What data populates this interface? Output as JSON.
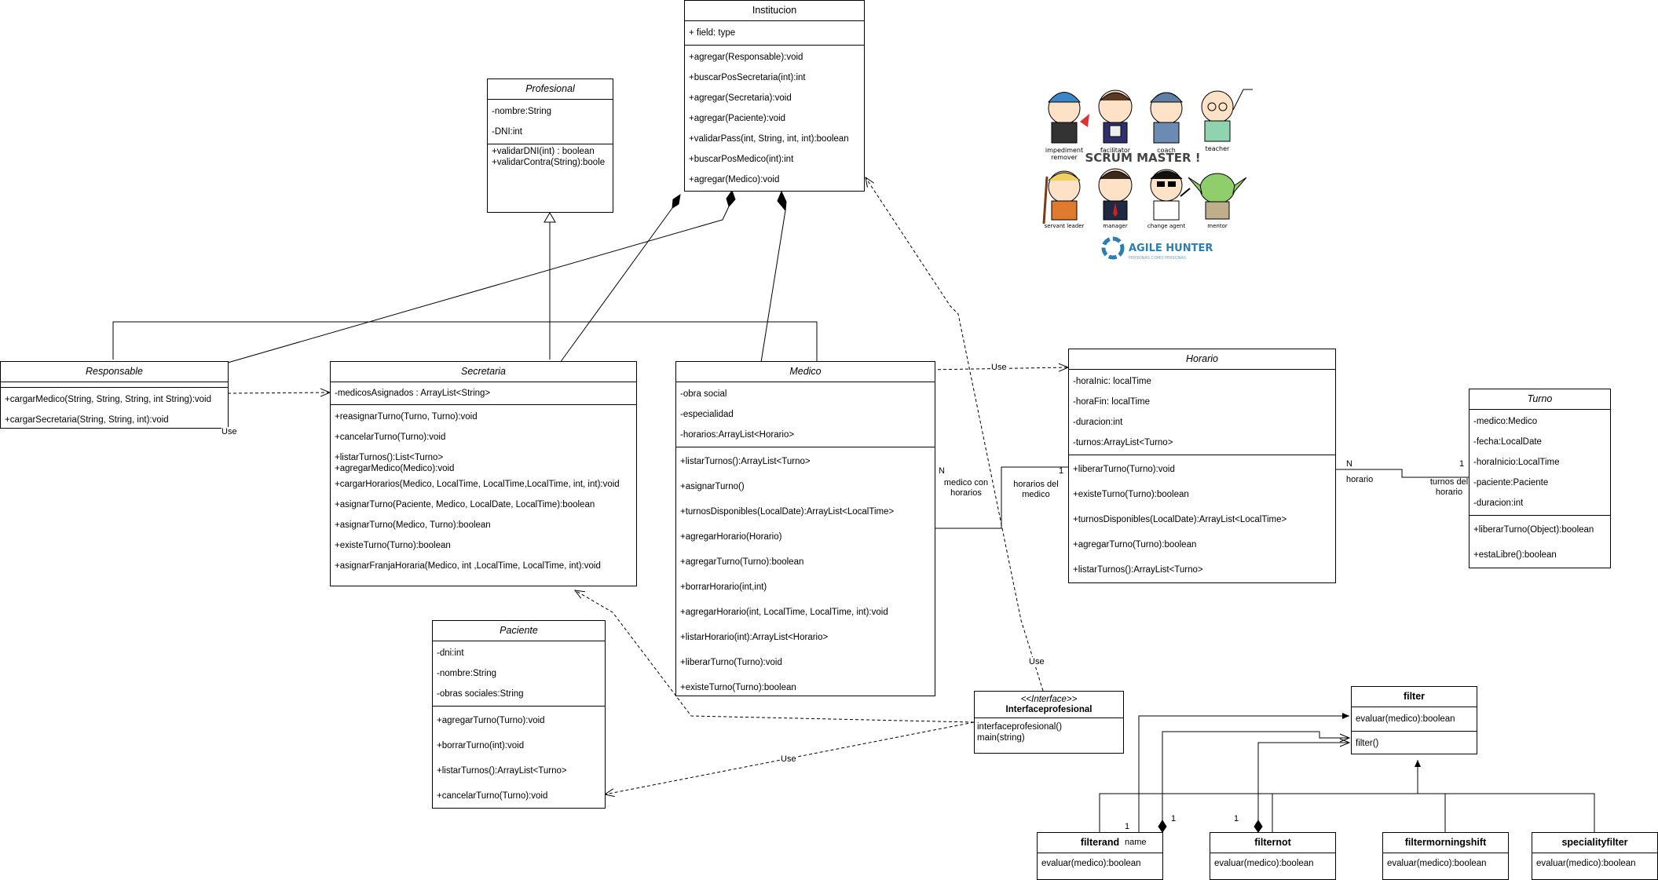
{
  "classes": {
    "institucion": {
      "name": "Institucion",
      "fields": [
        "+ field: type"
      ],
      "methods": [
        "+agregar(Responsable):void",
        "+buscarPosSecretaria(int):int",
        "+agregar(Secretaria):void",
        "+agregar(Paciente):void",
        "+validarPass(int, String, int, int):boolean",
        "+buscarPosMedico(int):int",
        "+agregar(Medico):void"
      ]
    },
    "profesional": {
      "name": "Profesional",
      "fields": [
        "-nombre:String",
        "-DNI:int"
      ],
      "methods": [
        "+validarDNI(int) : boolean",
        "+validarContra(String):boole"
      ]
    },
    "responsable": {
      "name": "Responsable",
      "fields": [],
      "methods": [
        "+cargarMedico(String, String, String, int String):void",
        "+cargarSecretaria(String, String, int):void"
      ]
    },
    "secretaria": {
      "name": "Secretaria",
      "fields": [
        "-medicosAsignados : ArrayList<String>"
      ],
      "methods": [
        "+reasignarTurno(Turno, Turno):void",
        "+cancelarTurno(Turno):void",
        "+listarTurnos():List<Turno>",
        "+agregarMedico(Medico):void",
        "+cargarHorarios(Medico, LocalTime, LocalTime,LocalTime, int, int):void",
        "+asignarTurno(Paciente, Medico, LocalDate, LocalTime):boolean",
        "+asignarTurno(Medico, Turno):boolean",
        "+existeTurno(Turno):boolean",
        "+asignarFranjaHoraria(Medico, int ,LocalTime, LocalTime, int):void"
      ]
    },
    "medico": {
      "name": "Medico",
      "fields": [
        "-obra social",
        "-especialidad",
        "-horarios:ArrayList<Horario>"
      ],
      "methods": [
        "+listarTurnos():ArrayList<Turno>",
        "+asignarTurno()",
        "+turnosDisponibles(LocalDate):ArrayList<LocalTime>",
        "+agregarHorario(Horario)",
        "+agregarTurno(Turno):boolean",
        "+borrarHorario(int,int)",
        "+agregarHorario(int, LocalTime, LocalTime, int):void",
        "+listarHorario(int):ArrayList<Horario>",
        "+liberarTurno(Turno):void",
        "+existeTurno(Turno):boolean"
      ]
    },
    "horario": {
      "name": "Horario",
      "fields": [
        "-horaInic: localTime",
        "-horaFin: localTime",
        "-duracion:int",
        "-turnos:ArrayList<Turno>"
      ],
      "methods": [
        "+liberarTurno(Turno):void",
        "+existeTurno(Turno):boolean",
        "+turnosDisponibles(LocalDate):ArrayList<LocalTime>",
        "+agregarTurno(Turno):boolean",
        "+listarTurnos():ArrayList<Turno>"
      ]
    },
    "turno": {
      "name": "Turno",
      "fields": [
        "-medico:Medico",
        "-fecha:LocalDate",
        "-horaInicio:LocalTime",
        "-paciente:Paciente",
        "-duracion:int"
      ],
      "methods": [
        "+liberarTurno(Object):boolean",
        "+estaLibre():boolean"
      ]
    },
    "paciente": {
      "name": "Paciente",
      "fields": [
        "-dni:int",
        "-nombre:String",
        "-obras sociales:String"
      ],
      "methods": [
        "+agregarTurno(Turno):void",
        "+borrarTurno(int):void",
        "+listarTurnos():ArrayList<Turno>",
        "+cancelarTurno(Turno):void"
      ]
    },
    "interfaceprofesional": {
      "stereotype": "<<Interface>>",
      "name": "Interfaceprofesional",
      "methods": [
        "interfaceprofesional()",
        "main(string)"
      ]
    },
    "filter": {
      "name": "filter",
      "fields": [
        "evaluar(medico):boolean"
      ],
      "methods": [
        "filter()"
      ]
    },
    "filterand": {
      "name": "filterand",
      "methods": [
        "evaluar(medico):boolean"
      ]
    },
    "filternot": {
      "name": "filternot",
      "methods": [
        "evaluar(medico):boolean"
      ]
    },
    "filtermorningshift": {
      "name": "filtermorningshift",
      "methods": [
        "evaluar(medico):boolean"
      ]
    },
    "specialityfilter": {
      "name": "specialityfilter",
      "methods": [
        "evaluar(medico):boolean"
      ]
    }
  },
  "labels": {
    "use_responsable": "Use",
    "use_medico_horario": "Use",
    "use_interface_institucion": "Use",
    "use_interface_paciente": "Use",
    "mult_n_medico": "N",
    "role_medico_con_horarios": "medico con\nhorarios",
    "mult_1_horario": "1",
    "role_horarios_del_medico": "horarios del\nmedico",
    "mult_n_horario": "N",
    "role_horario": "horario",
    "mult_1_turno": "1",
    "role_turnos_del_horario": "turnos del\nhorario",
    "mult_1_filterand": "1",
    "role_name": "name",
    "mult_1_filterand_b": "1",
    "mult_1_filternot": "1"
  },
  "scrum_image": {
    "title": "SCRUM MASTER !",
    "roles": [
      "impediment\nremover",
      "facilitator",
      "coach",
      "teacher",
      "servant leader",
      "manager",
      "change agent",
      "mentor"
    ],
    "logo": "AGILE HUNTER"
  }
}
